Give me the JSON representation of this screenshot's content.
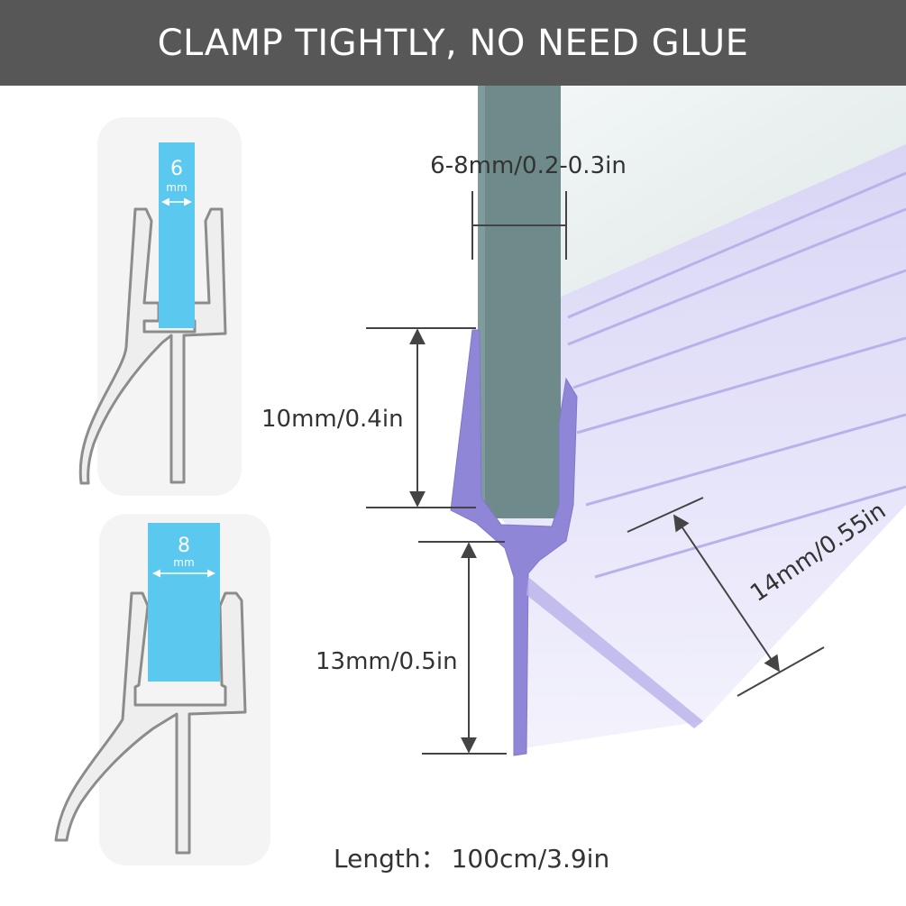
{
  "banner": {
    "title": "CLAMP TIGHTLY, NO NEED GLUE"
  },
  "profiles": [
    {
      "value": "6",
      "unit": "mm"
    },
    {
      "value": "8",
      "unit": "mm"
    }
  ],
  "dimensions": {
    "glass_thickness": "6-8mm/0.2-0.3in",
    "clamp_height": "10mm/0.4in",
    "lip_height": "13mm/0.5in",
    "flap_length": "14mm/0.55in"
  },
  "footer": {
    "length_label": "Length：",
    "length_value": "100cm/3.9in"
  },
  "colors": {
    "banner": "#575757",
    "glass_insert": "#5bc8ef",
    "seal_purple": "#8f86d8",
    "glass_panel": "#6e8a8a"
  }
}
